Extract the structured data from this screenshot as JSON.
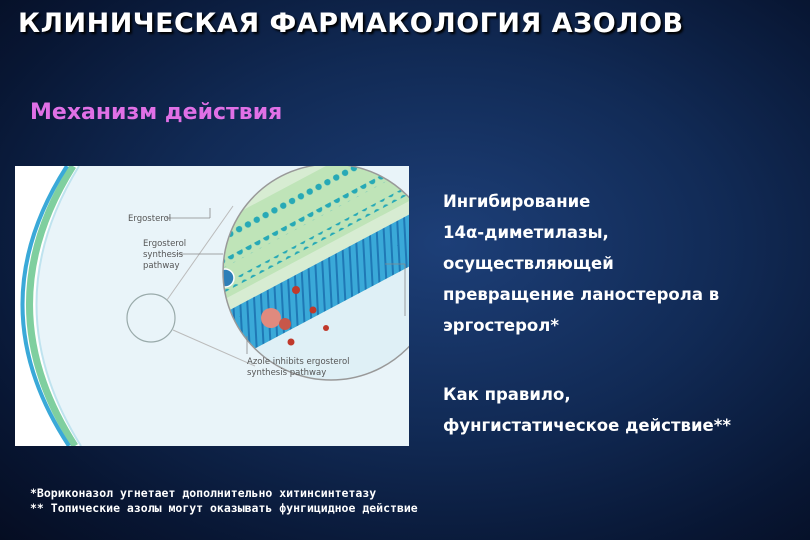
{
  "title": "КЛИНИЧЕСКАЯ ФАРМАКОЛОГИЯ АЗОЛОВ",
  "subtitle": "Механизм действия",
  "figure": {
    "labels": {
      "ergosterol": "Ergosterol",
      "pathway_line1": "Ergosterol",
      "pathway_line2": "synthesis",
      "pathway_line3": "pathway",
      "azole_line1": "Azole inhibits ergosterol",
      "azole_line2": "synthesis pathway"
    },
    "colors": {
      "cell_wall": "#8fd3b0",
      "cell_membrane": "#3aa9d8",
      "cytoplasm": "#e8f3f8",
      "azole": "#c0392b"
    }
  },
  "points": {
    "p1_l1": "Ингибирование",
    "p1_l2": "14α-диметилазы,",
    "p1_l3": "осуществляющей",
    "p1_l4": "превращение ланостерола в",
    "p1_l5": "эргостерол*",
    "p2_l1": "Как правило,",
    "p2_l2": "фунгистатическое действие**"
  },
  "footnotes": {
    "f1": "*Вориконазол угнетает дополнительно хитинсинтетазу",
    "f2": "** Топические азолы могут оказывать фунгицидное действие"
  }
}
